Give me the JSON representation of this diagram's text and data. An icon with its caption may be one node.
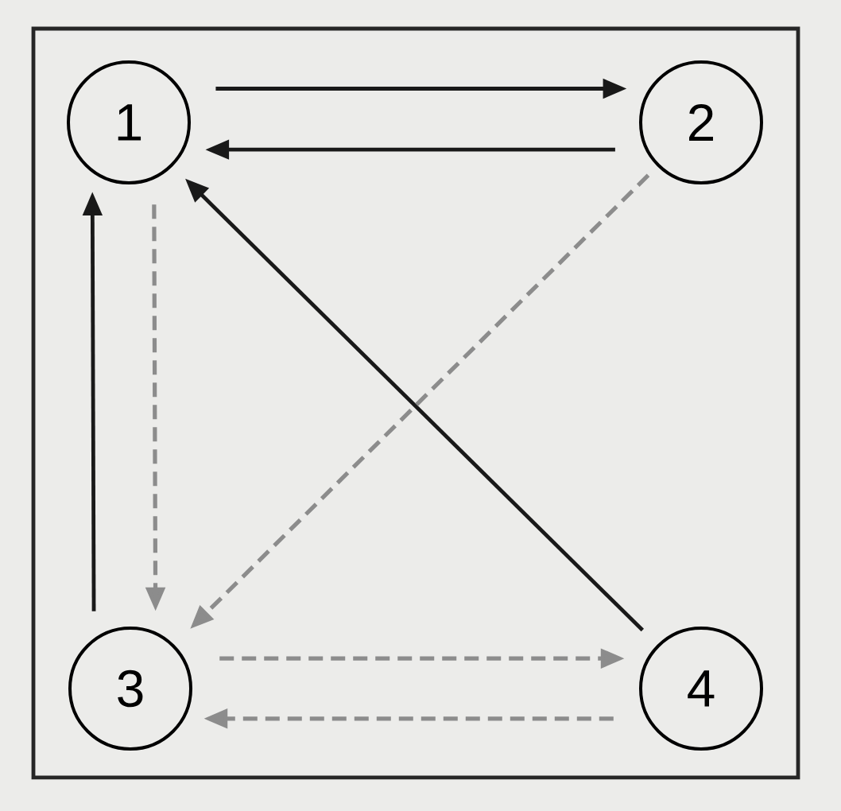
{
  "diagram": {
    "nodes": [
      {
        "text": [
          "1"
        ]
      },
      {
        "text": [
          "2"
        ]
      },
      {
        "text": [
          "3"
        ]
      },
      {
        "text": [
          "4"
        ]
      }
    ],
    "edges": [
      {
        "from": 0,
        "to": 1,
        "arrow": "to"
      },
      {
        "from": 1,
        "to": 0,
        "arrow": "to"
      },
      {
        "from": 2,
        "to": 0,
        "arrow": "to"
      },
      {
        "from": 3,
        "to": 0,
        "arrow": "to"
      },
      {
        "from": 0,
        "to": 2,
        "arrow": "to",
        "style": "dashed",
        "color": "#8c8c8c"
      },
      {
        "from": 1,
        "to": 2,
        "arrow": "to",
        "style": "dashed",
        "color": "#8c8c8c"
      },
      {
        "from": 2,
        "to": 3,
        "arrow": "to",
        "style": "dashed",
        "color": "#8c8c8c"
      },
      {
        "from": 3,
        "to": 2,
        "arrow": "to",
        "style": "dashed",
        "color": "#8c8c8c"
      }
    ]
  }
}
